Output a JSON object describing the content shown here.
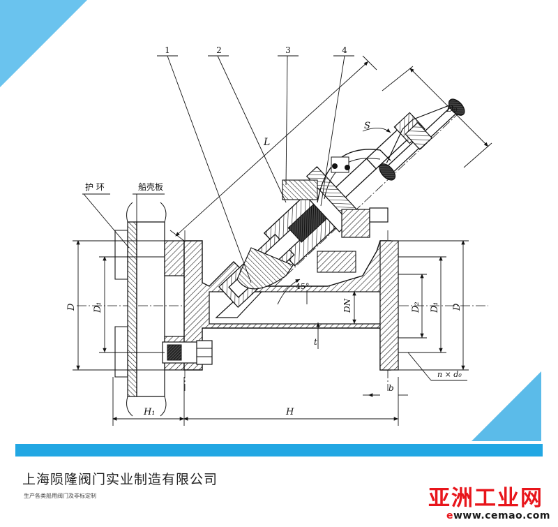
{
  "callouts": [
    "1",
    "2",
    "3",
    "4"
  ],
  "labels": {
    "guard_ring": "护 环",
    "hull_plate": "船壳板",
    "D_left": "D",
    "D1_left": "D₁",
    "DN": "DN",
    "D2": "D₂",
    "D1_right": "D₁",
    "D_right": "D",
    "L": "L",
    "D0": "D₀",
    "S": "S",
    "angle": "45°",
    "t": "t",
    "b": "b",
    "holes": "n × d₀",
    "H1": "H₁",
    "H": "H"
  },
  "footer": {
    "company": "上海陨隆阀门实业制造有限公司",
    "tagline": "生产各类船用阀门及非标定制"
  },
  "watermark": {
    "brand": "亚洲工业网",
    "url_icon": "e",
    "url_text": "www.cemao.com"
  },
  "colors": {
    "accent_blue": "#22a7e3",
    "corner_blue": "#6ac3ee",
    "brand_red": "#e8151b"
  }
}
